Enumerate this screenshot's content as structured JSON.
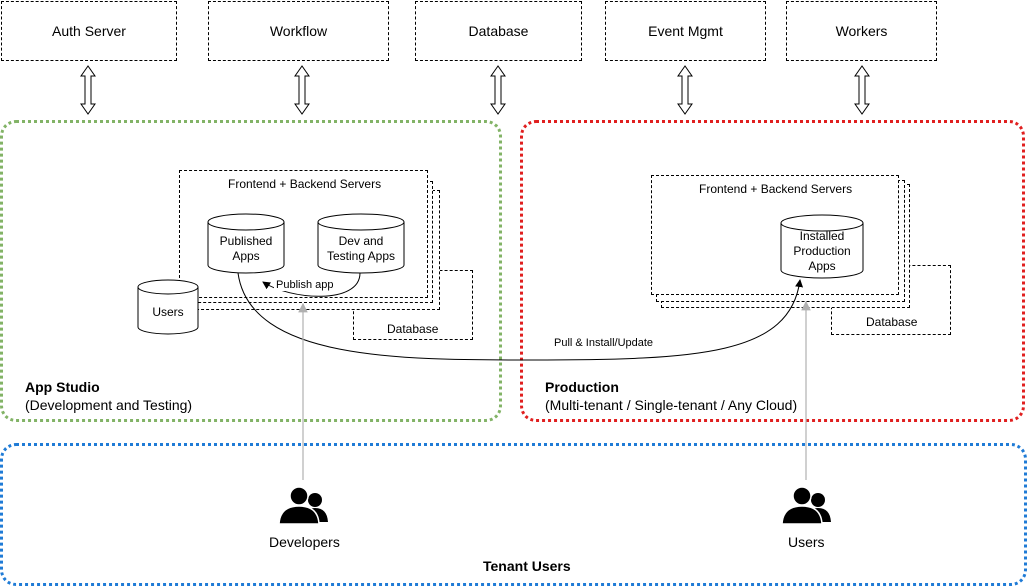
{
  "services": [
    {
      "label": "Auth Server"
    },
    {
      "label": "Workflow"
    },
    {
      "label": "Database"
    },
    {
      "label": "Event Mgmt"
    },
    {
      "label": "Workers"
    }
  ],
  "app_studio": {
    "title": "App Studio",
    "subtitle": "(Development and Testing)",
    "servers_label": "Frontend + Backend Servers",
    "published_apps": "Published Apps",
    "dev_testing_apps": "Dev and Testing Apps",
    "publish_app": "Publish app",
    "users_db": "Users",
    "database": "Database"
  },
  "production": {
    "title": "Production",
    "subtitle": "(Multi-tenant / Single-tenant / Any Cloud)",
    "servers_label": "Frontend + Backend Servers",
    "installed_apps": "Installed Production Apps",
    "database": "Database"
  },
  "pull_install_update": "Pull & Install/Update",
  "tenant": {
    "title": "Tenant Users",
    "developers": "Developers",
    "users": "Users"
  },
  "colors": {
    "studio_border": "#82b366",
    "production_border": "#e01f1f",
    "tenant_border": "#1f7bd6",
    "connector_gray": "#b0b0b0"
  }
}
